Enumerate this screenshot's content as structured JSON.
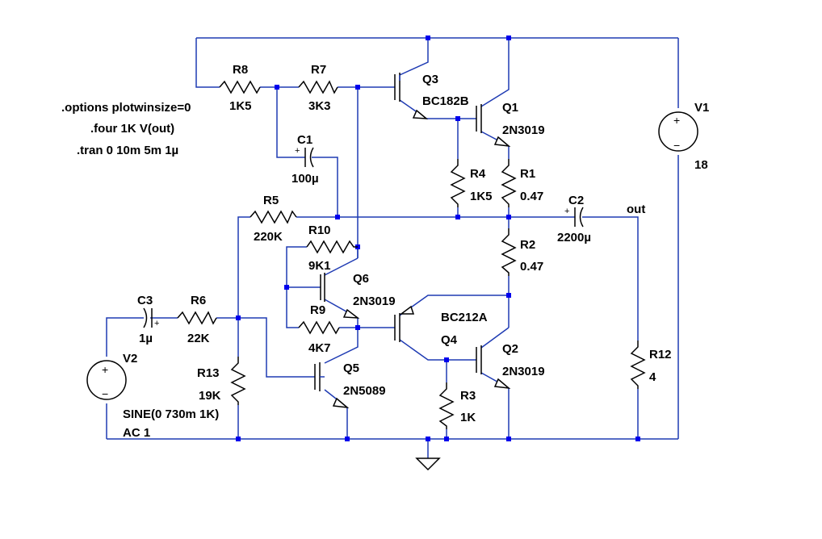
{
  "colors": {
    "wire": "#1f3bb3",
    "junction": "#0000ee",
    "component": "#000000",
    "background": "#ffffff"
  },
  "directives": [
    ".options plotwinsize=0",
    ".four 1K V(out)",
    ".tran 0 10m 5m 1µ"
  ],
  "resistors": {
    "r8": {
      "name": "R8",
      "value": "1K5"
    },
    "r7": {
      "name": "R7",
      "value": "3K3"
    },
    "r4": {
      "name": "R4",
      "value": "1K5"
    },
    "r1": {
      "name": "R1",
      "value": "0.47"
    },
    "r5": {
      "name": "R5",
      "value": "220K"
    },
    "r10": {
      "name": "R10",
      "value": "9K1"
    },
    "r2": {
      "name": "R2",
      "value": "0.47"
    },
    "r9": {
      "name": "R9",
      "value": "4K7"
    },
    "r6": {
      "name": "R6",
      "value": "22K"
    },
    "r13": {
      "name": "R13",
      "value": "19K"
    },
    "r3": {
      "name": "R3",
      "value": "1K"
    },
    "r12": {
      "name": "R12",
      "value": "4"
    }
  },
  "capacitors": {
    "c1": {
      "name": "C1",
      "value": "100µ"
    },
    "c2": {
      "name": "C2",
      "value": "2200µ"
    },
    "c3": {
      "name": "C3",
      "value": "1µ"
    }
  },
  "transistors": {
    "q3": {
      "name": "Q3",
      "model": "BC182B"
    },
    "q1": {
      "name": "Q1",
      "model": "2N3019"
    },
    "q6": {
      "name": "Q6",
      "model": "2N3019"
    },
    "q4": {
      "name": "Q4",
      "model": "BC212A"
    },
    "q2": {
      "name": "Q2",
      "model": "2N3019"
    },
    "q5": {
      "name": "Q5",
      "model": "2N5089"
    }
  },
  "sources": {
    "v1": {
      "name": "V1",
      "value": "18"
    },
    "v2": {
      "name": "V2",
      "value_line1": "SINE(0 730m 1K)",
      "value_line2": "AC 1"
    }
  },
  "net_labels": {
    "out": "out"
  },
  "source_symbols": {
    "plus": "+",
    "minus": "−"
  },
  "cap_polarity": "+"
}
